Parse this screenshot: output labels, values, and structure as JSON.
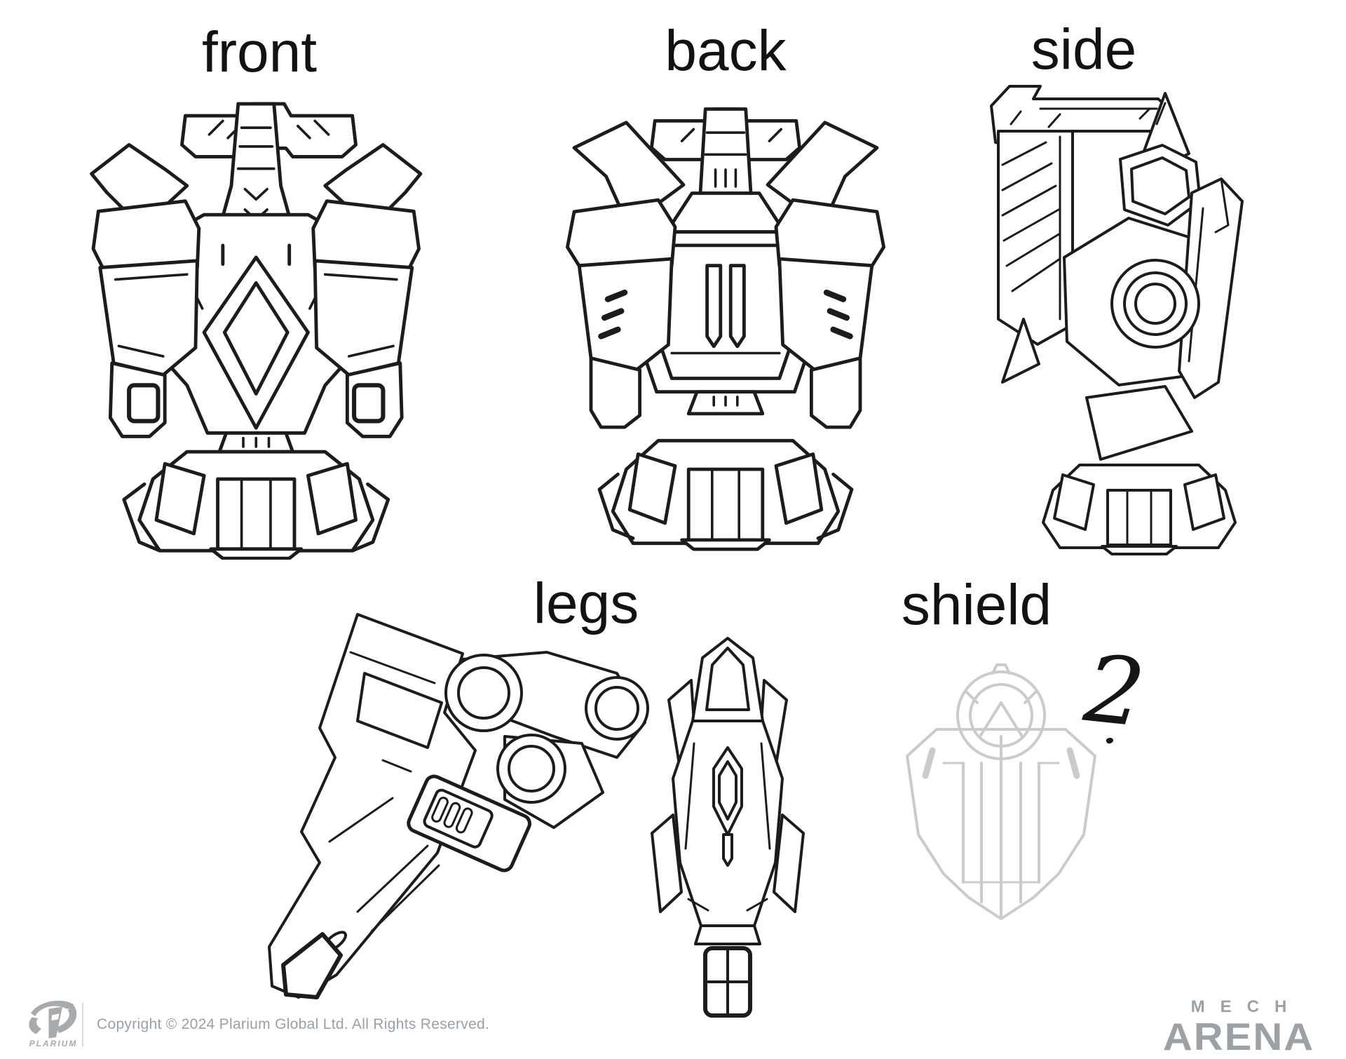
{
  "page": {
    "background": "#ffffff",
    "ink_color": "#1c1c1c",
    "sketch_gray": "#c9cbcc",
    "label_color": "#121212",
    "footer_text_color": "#9aa0a5",
    "logo_gray": "#9ba1a5",
    "divider_color": "#d5d7d9"
  },
  "labels": {
    "front": "front",
    "back": "back",
    "side": "side",
    "legs": "legs",
    "shield": "shield"
  },
  "annotation": {
    "mark": "2"
  },
  "footer": {
    "copyright": "Copyright © 2024 Plarium Global Ltd. All Rights Reserved.",
    "publisher_logo_text": "PLARIUM",
    "game_logo": {
      "line1": "MECH",
      "line2": "ARENA"
    }
  }
}
